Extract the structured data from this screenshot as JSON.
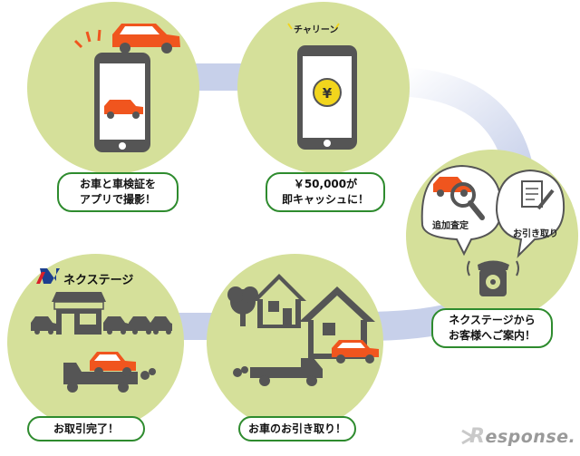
{
  "colors": {
    "circle": "#d5e09a",
    "connector": "#c7d0ea",
    "caption_border": "#2e8b2e",
    "car": "#f0551e",
    "device": "#555555",
    "coin": "#f2d51d",
    "brand_blue": "#1d3f8e",
    "brand_red": "#d81e29"
  },
  "steps": [
    {
      "caption": "お車と車検証を\nアプリで撮影！",
      "icons": [
        "attention-lines-icon",
        "car-icon",
        "smartphone-icon"
      ]
    },
    {
      "caption": "￥50,000が\n即キャッシュに！",
      "label": "チャリーン",
      "icons": [
        "coin-yen-icon",
        "smartphone-icon"
      ]
    },
    {
      "caption": "ネクステージから\nお客様へご案内！",
      "bubbles": [
        "追加査定",
        "お引き取り"
      ],
      "icons": [
        "magnifier-icon",
        "document-pen-icon",
        "telephone-icon"
      ]
    },
    {
      "caption": "お車のお引き取り！",
      "icons": [
        "house-icon",
        "tree-icon",
        "tow-truck-icon",
        "car-icon"
      ]
    },
    {
      "caption": "お取引完了！",
      "brand": "ネクステージ",
      "icons": [
        "store-icon",
        "car-icon",
        "tow-truck-icon"
      ]
    }
  ],
  "watermark": {
    "mark": "R",
    "text": "esponse."
  }
}
